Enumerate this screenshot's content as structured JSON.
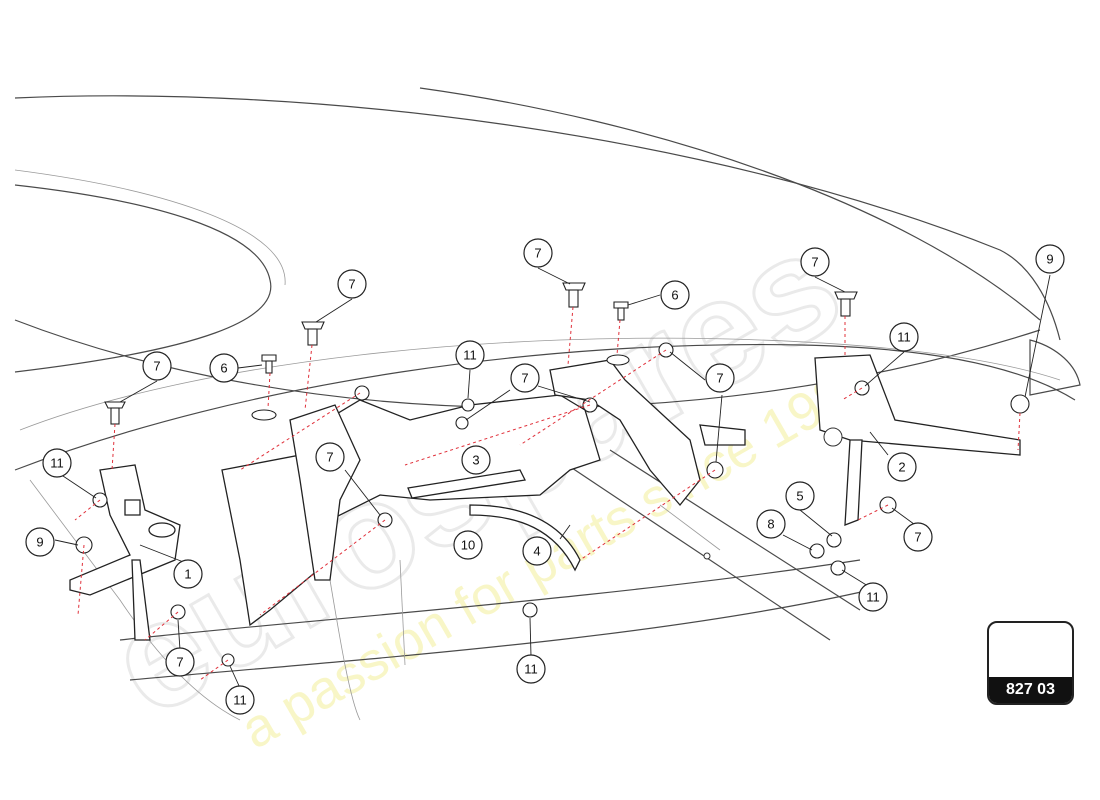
{
  "diagram": {
    "reference_number": "827 03",
    "callouts": [
      {
        "id": "c7a",
        "label": "7"
      },
      {
        "id": "c7b",
        "label": "7"
      },
      {
        "id": "c7c",
        "label": "7"
      },
      {
        "id": "c7d",
        "label": "7"
      },
      {
        "id": "c7e",
        "label": "7"
      },
      {
        "id": "c7f",
        "label": "7"
      },
      {
        "id": "c7g",
        "label": "7"
      },
      {
        "id": "c7h",
        "label": "7"
      },
      {
        "id": "c7i",
        "label": "7"
      },
      {
        "id": "c6a",
        "label": "6"
      },
      {
        "id": "c6b",
        "label": "6"
      },
      {
        "id": "c11a",
        "label": "11"
      },
      {
        "id": "c11b",
        "label": "11"
      },
      {
        "id": "c11c",
        "label": "11"
      },
      {
        "id": "c11d",
        "label": "11"
      },
      {
        "id": "c11e",
        "label": "11"
      },
      {
        "id": "c11f",
        "label": "11"
      },
      {
        "id": "c9a",
        "label": "9"
      },
      {
        "id": "c9b",
        "label": "9"
      },
      {
        "id": "c1",
        "label": "1"
      },
      {
        "id": "c2",
        "label": "2"
      },
      {
        "id": "c3",
        "label": "3"
      },
      {
        "id": "c4",
        "label": "4"
      },
      {
        "id": "c5",
        "label": "5"
      },
      {
        "id": "c8",
        "label": "8"
      },
      {
        "id": "c10",
        "label": "10"
      }
    ]
  },
  "watermark": {
    "brand": "eurospares",
    "tagline": "a passion for parts since 1985"
  }
}
